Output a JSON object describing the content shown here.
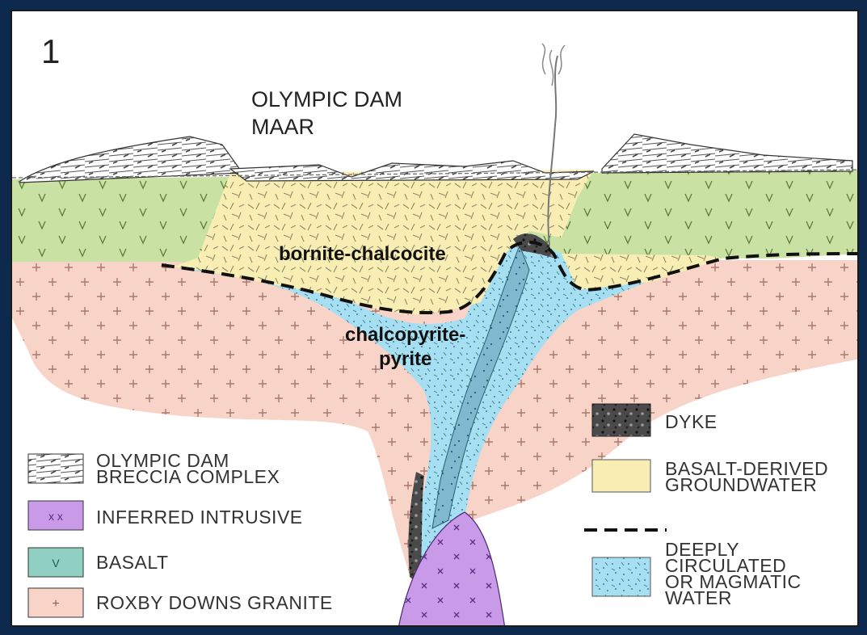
{
  "figure_number": "1",
  "title": "OLYMPIC DAM\nMAAR",
  "labels": {
    "upper_zone": "bornite-chalcocite",
    "lower_zone": "chalcopyrite-\npyrite"
  },
  "legend": {
    "breccia": "OLYMPIC DAM\nBRECCIA COMPLEX",
    "intrusive": "INFERRED INTRUSIVE",
    "basalt": "BASALT",
    "granite": "ROXBY DOWNS GRANITE",
    "dyke": "DYKE",
    "groundwater": "BASALT-DERIVED\nGROUNDWATER",
    "deep_water": "DEEPLY\nCIRCULATED\nOR MAGMATIC\nWATER"
  },
  "legend_symbols": {
    "intrusive": "x  x",
    "basalt": "V",
    "granite": "+"
  },
  "colors": {
    "background": "#0d2a4e",
    "granite": "#f8d3c8",
    "basalt": "#c9e2a4",
    "groundwater": "#f8eeb4",
    "deep_water": "#a6def2",
    "intrusive": "#c99ae8",
    "dyke": "#333333"
  }
}
